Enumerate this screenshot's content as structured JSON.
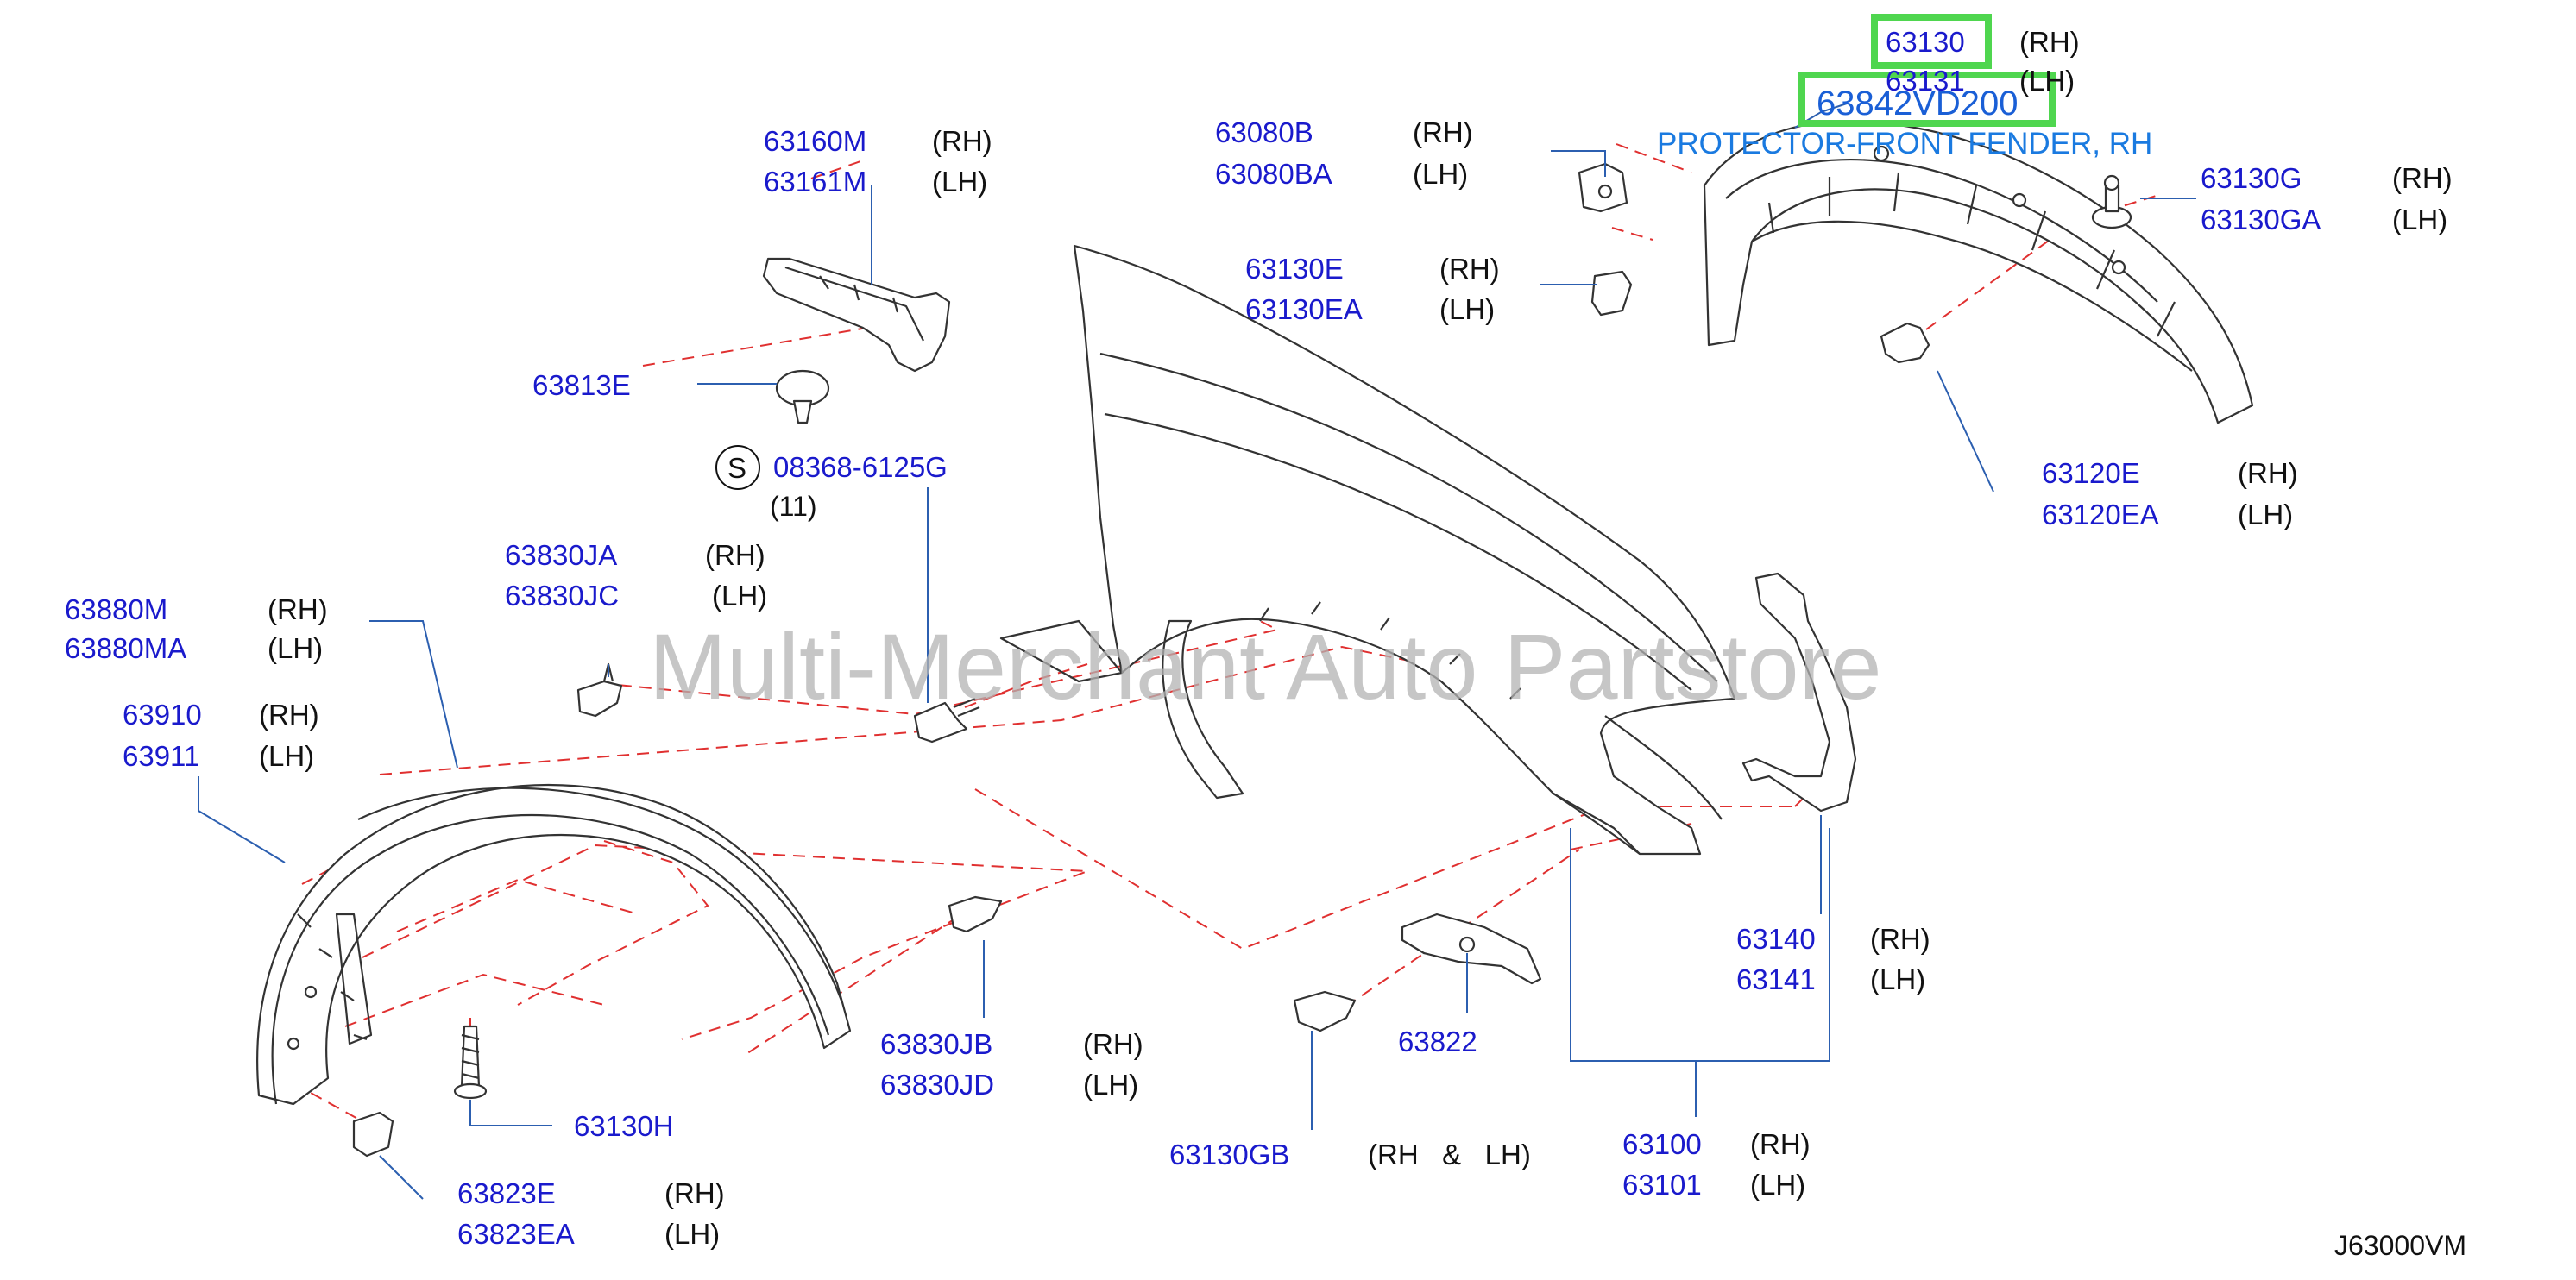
{
  "diagram": {
    "watermark": "Multi-Merchant Auto Partstore",
    "drawing_code": "J63000VM",
    "highlight": {
      "part_number": "63842VD200",
      "description": "PROTECTOR-FRONT FENDER, RH",
      "highlight_color": "#4fd64f"
    },
    "fastener_symbol": "S",
    "callouts": [
      {
        "pn": "63130",
        "side": "(RH)"
      },
      {
        "pn": "63131",
        "side": "(LH)"
      },
      {
        "pn": "63160M",
        "side": "(RH)"
      },
      {
        "pn": "63161M",
        "side": "(LH)"
      },
      {
        "pn": "63080B",
        "side": "(RH)"
      },
      {
        "pn": "63080BA",
        "side": "(LH)"
      },
      {
        "pn": "63130G",
        "side": "(RH)"
      },
      {
        "pn": "63130GA",
        "side": "(LH)"
      },
      {
        "pn": "63130E",
        "side": "(RH)"
      },
      {
        "pn": "63130EA",
        "side": "(LH)"
      },
      {
        "pn": "63813E",
        "side": ""
      },
      {
        "pn": "08368-6125G",
        "side": "(11)"
      },
      {
        "pn": "63120E",
        "side": "(RH)"
      },
      {
        "pn": "63120EA",
        "side": "(LH)"
      },
      {
        "pn": "63830JA",
        "side": "(RH)"
      },
      {
        "pn": "63830JC",
        "side": "(LH)"
      },
      {
        "pn": "63880M",
        "side": "(RH)"
      },
      {
        "pn": "63880MA",
        "side": "(LH)"
      },
      {
        "pn": "63910",
        "side": "(RH)"
      },
      {
        "pn": "63911",
        "side": "(LH)"
      },
      {
        "pn": "63140",
        "side": "(RH)"
      },
      {
        "pn": "63141",
        "side": "(LH)"
      },
      {
        "pn": "63830JB",
        "side": "(RH)"
      },
      {
        "pn": "63830JD",
        "side": "(LH)"
      },
      {
        "pn": "63822",
        "side": ""
      },
      {
        "pn": "63130H",
        "side": ""
      },
      {
        "pn": "63130GB",
        "side": "(RH   &   LH)"
      },
      {
        "pn": "63100",
        "side": "(RH)"
      },
      {
        "pn": "63101",
        "side": "(LH)"
      },
      {
        "pn": "63823E",
        "side": "(RH)"
      },
      {
        "pn": "63823EA",
        "side": "(LH)"
      }
    ]
  }
}
